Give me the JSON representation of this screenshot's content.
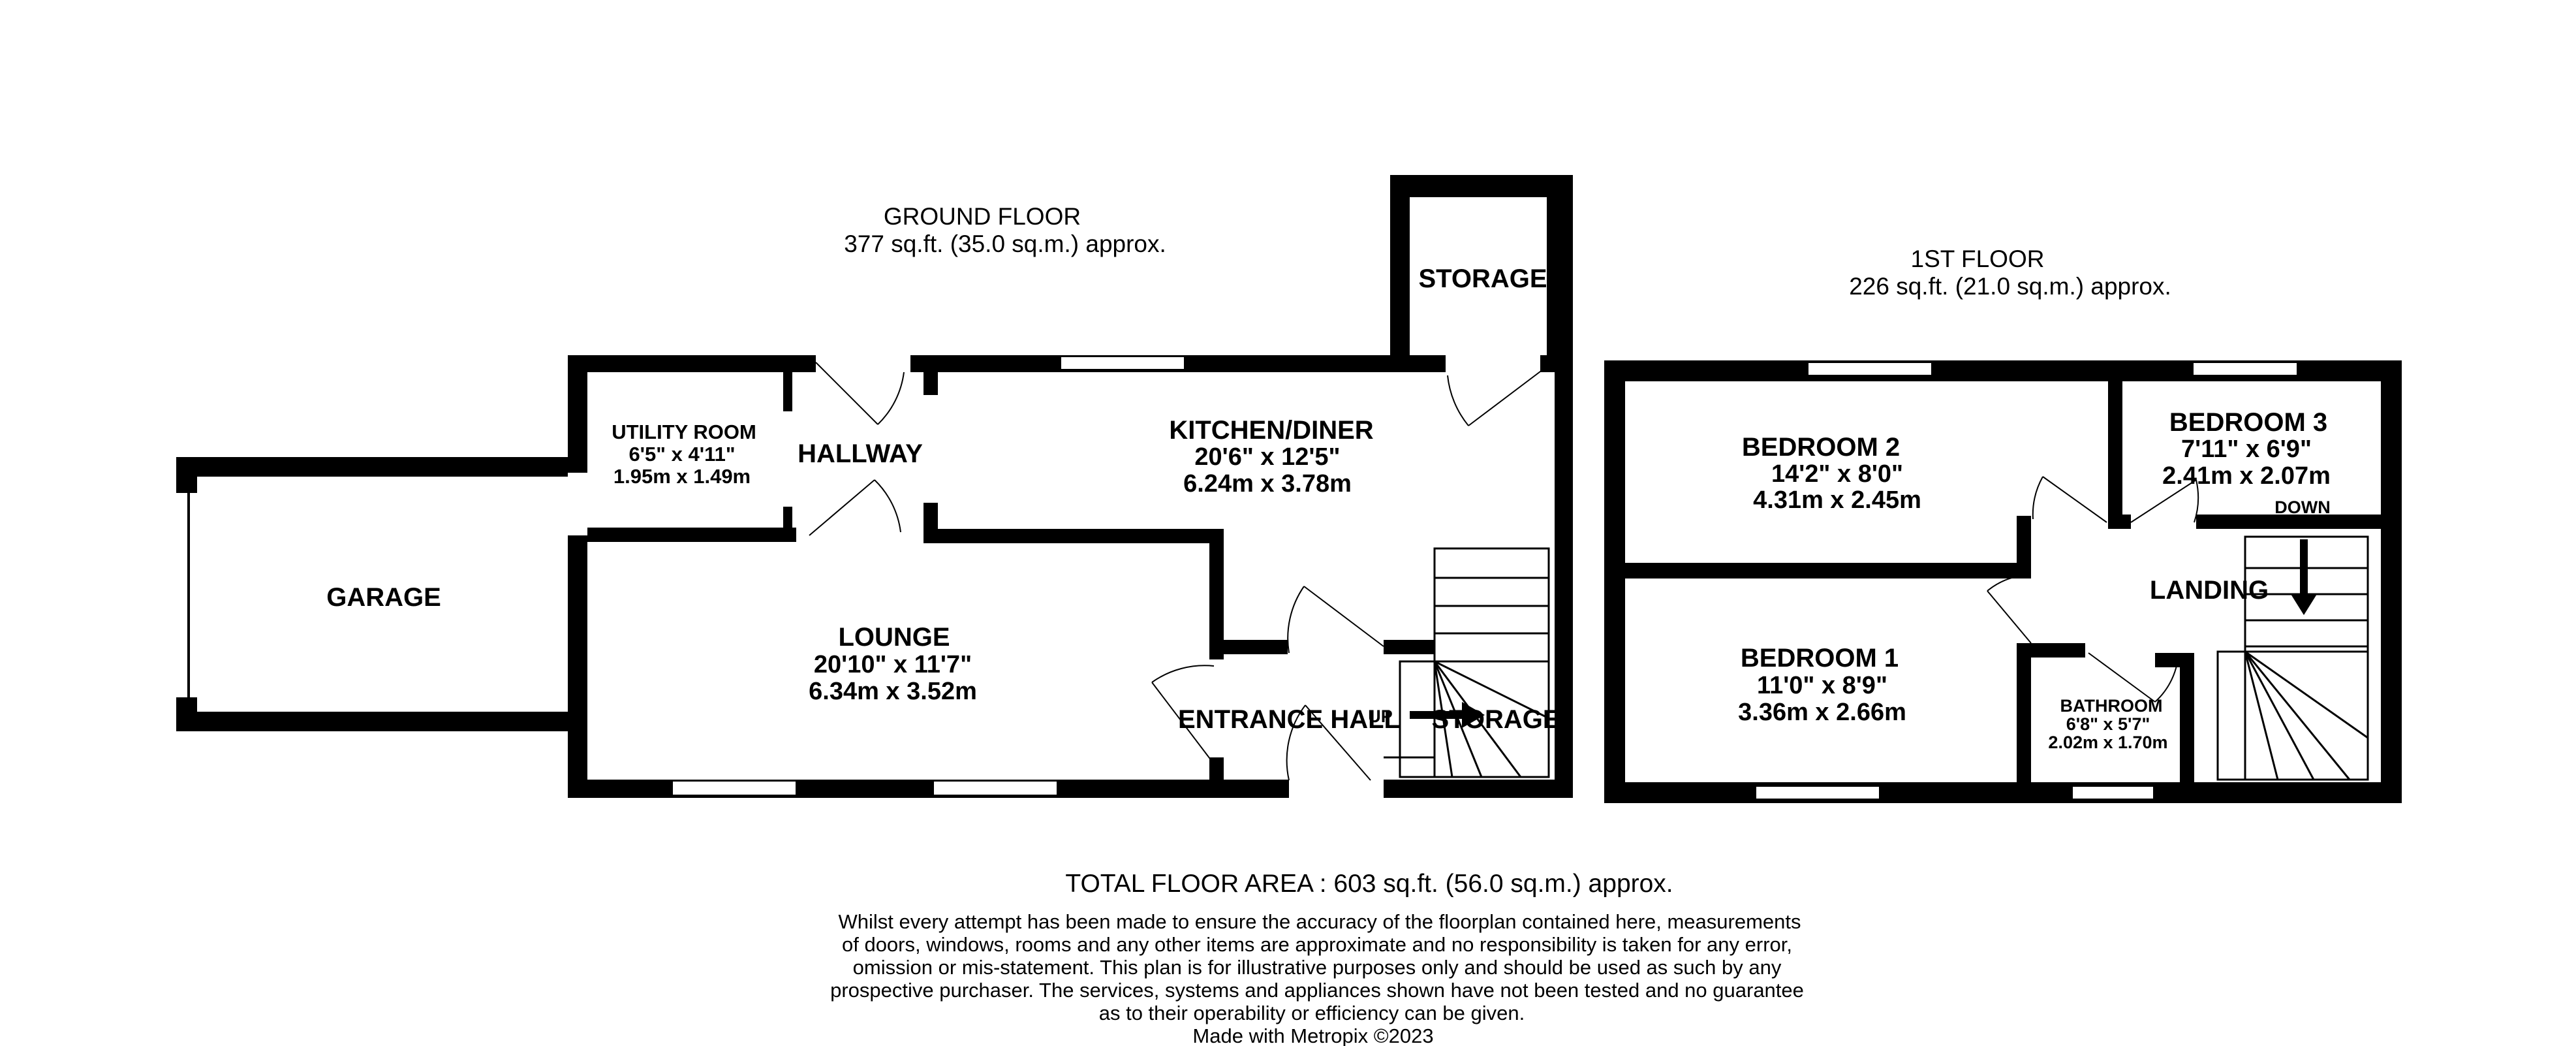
{
  "ground_floor": {
    "title": "GROUND FLOOR",
    "area": "377 sq.ft. (35.0 sq.m.) approx."
  },
  "first_floor": {
    "title": "1ST FLOOR",
    "area": "226 sq.ft. (21.0 sq.m.) approx."
  },
  "rooms": {
    "storage_label": "STORAGE",
    "utility": {
      "name": "UTILITY ROOM",
      "imperial": "6'5\"  x 4'11\"",
      "metric": "1.95m  x 1.49m"
    },
    "hallway": {
      "name": "HALLWAY"
    },
    "kitchen": {
      "name": "KITCHEN/DINER",
      "imperial": "20'6\"  x 12'5\"",
      "metric": "6.24m  x 3.78m"
    },
    "garage": {
      "name": "GARAGE"
    },
    "lounge": {
      "name": "LOUNGE",
      "imperial": "20'10\"  x 11'7\"",
      "metric": "6.34m  x 3.52m"
    },
    "entrance": {
      "name": "ENTRANCE HALL"
    },
    "storage_small": {
      "name": "STORAGE"
    },
    "up_label": "UP",
    "bedroom2": {
      "name": "BEDROOM 2",
      "imperial": "14'2\"  x 8'0\"",
      "metric": "4.31m  x 2.45m"
    },
    "bedroom3": {
      "name": "BEDROOM 3",
      "imperial": "7'11\"  x 6'9\"",
      "metric": "2.41m  x 2.07m"
    },
    "bedroom1": {
      "name": "BEDROOM 1",
      "imperial": "11'0\"  x 8'9\"",
      "metric": "3.36m  x 2.66m"
    },
    "landing": {
      "name": "LANDING"
    },
    "down_label": "DOWN",
    "bathroom": {
      "name": "BATHROOM",
      "imperial": "6'8\"  x 5'7\"",
      "metric": "2.02m  x 1.70m"
    }
  },
  "footer": {
    "total": "TOTAL FLOOR AREA : 603 sq.ft. (56.0 sq.m.) approx.",
    "disclaimer": [
      "Whilst every attempt has been made to ensure the accuracy of the floorplan contained here, measurements",
      "of doors, windows, rooms and any other items are approximate and no responsibility is taken for any error,",
      "omission or mis-statement. This plan is for illustrative purposes only and should be used as such by any",
      "prospective purchaser. The services, systems and appliances shown have not been tested and no guarantee",
      "as to their operability or efficiency can be given."
    ],
    "credit": "Made with Metropix ©2023"
  },
  "colors": {
    "wall": "#000000",
    "background": "#ffffff"
  }
}
